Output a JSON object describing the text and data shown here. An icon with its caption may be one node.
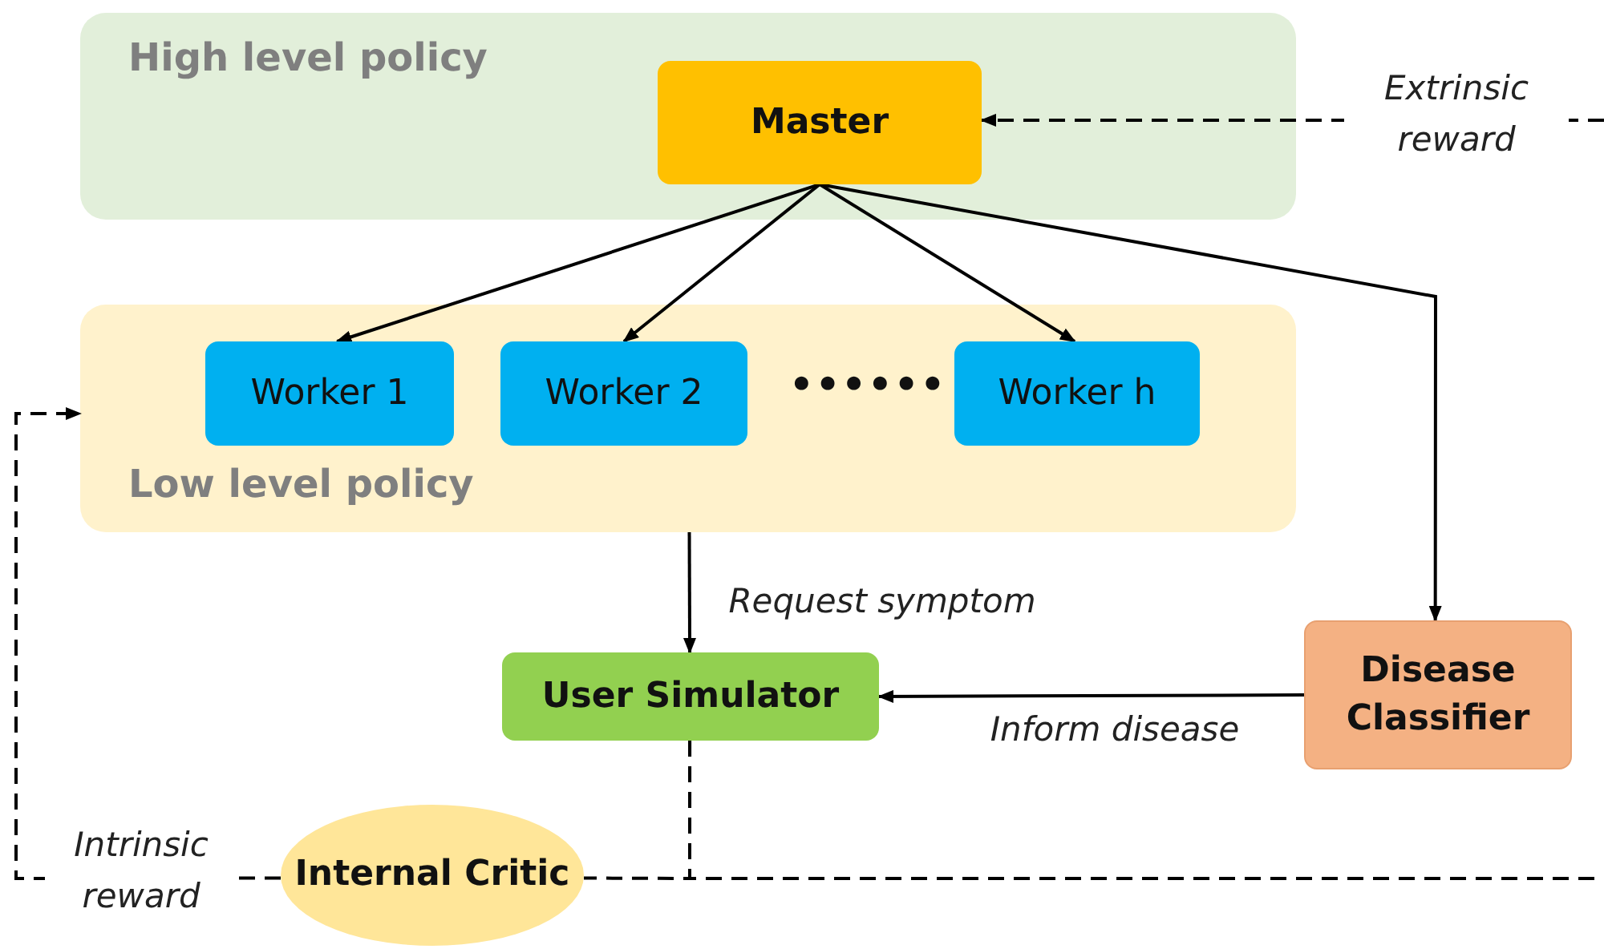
{
  "diagram": {
    "nodes": [
      {
        "text": [
          "High level policy"
        ]
      },
      {
        "text": [
          "Master"
        ],
        "in": 0
      },
      {
        "text": [
          "Low level policy"
        ]
      },
      {
        "text": [
          "Worker 1"
        ],
        "in": 2
      },
      {
        "text": [
          "Worker 2"
        ],
        "in": 2
      },
      {
        "text": [
          "Worker h"
        ],
        "in": 2
      },
      {
        "text": [
          "User Simulator"
        ]
      },
      {
        "text": [
          "Disease Classifier"
        ]
      },
      {
        "text": [
          "Internal Critic"
        ]
      }
    ],
    "edges": [
      {
        "from": 1,
        "to": 3,
        "arrow": "to"
      },
      {
        "from": 1,
        "to": 4,
        "arrow": "to"
      },
      {
        "from": 1,
        "to": 5,
        "arrow": "to"
      },
      {
        "from": 1,
        "to": 7,
        "arrow": "to"
      },
      {
        "from": null,
        "to": 1,
        "arrow": "to",
        "label": "Extrinsic reward",
        "style": "dashed"
      },
      {
        "from": 2,
        "to": 6,
        "arrow": "to",
        "label": "Request symptom"
      },
      {
        "from": 7,
        "to": 6,
        "arrow": "to",
        "label": "Inform disease"
      },
      {
        "from": 6,
        "to": 8,
        "arrow": "none",
        "style": "dashed"
      },
      {
        "from": 6,
        "to": null,
        "arrow": "none",
        "style": "dashed"
      },
      {
        "from": 8,
        "to": 2,
        "arrow": "to",
        "label": "Intrinsic reward",
        "style": "dashed"
      }
    ],
    "labels": [
      "••••••"
    ]
  }
}
